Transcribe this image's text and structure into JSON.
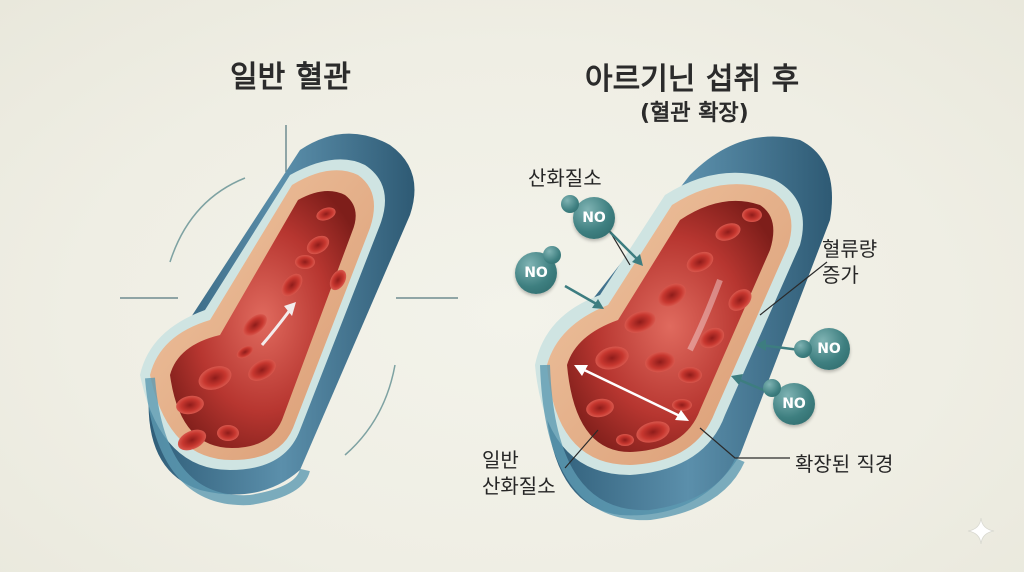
{
  "titles": {
    "left": "일반 혈관",
    "right": "아르기닌 섭취 후",
    "right_sub": "(혈관 확장)"
  },
  "labels": {
    "nitric_oxide": "산화질소",
    "flow_increase_line1": "혈류량",
    "flow_increase_line2": "증가",
    "dilated_diameter": "확장된 직경",
    "baseline_line1": "일반",
    "baseline_line2": "산화질소"
  },
  "molecules": {
    "symbol": "NO",
    "count": 4
  },
  "colors": {
    "background": "#efeee4",
    "vessel_outer": "#3f6f8c",
    "vessel_wall": "#e3b08e",
    "lumen": "#b4302c",
    "red_cell": "#c3322e",
    "no_bubble": "#3e7f80"
  },
  "icons": {
    "sparkle": "sparkle-icon"
  }
}
